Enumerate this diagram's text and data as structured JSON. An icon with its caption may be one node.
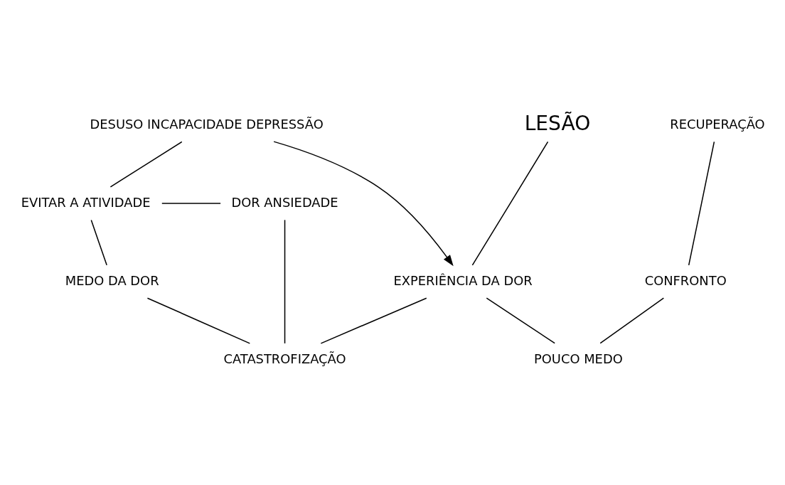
{
  "diagram": {
    "nodes": [
      {
        "text": [
          "DESUSO INCAPACIDADE DEPRESSÃO"
        ]
      },
      {
        "text": [
          "LESÃO"
        ]
      },
      {
        "text": [
          "RECUPERAÇÃO"
        ]
      },
      {
        "text": [
          "EVITAR A ATIVIDADE"
        ]
      },
      {
        "text": [
          "EXPERIÊNCIA DA DOR"
        ]
      },
      {
        "text": [
          "MEDO DA DOR"
        ]
      },
      {
        "text": [
          "DOR ANSIEDADE"
        ]
      },
      {
        "text": [
          "CONFRONTO"
        ]
      },
      {
        "text": [
          "CATASTROFIZAÇÃO"
        ]
      },
      {
        "text": [
          "POUCO MEDO"
        ]
      }
    ],
    "edges": [
      {
        "from": 0,
        "to": 4,
        "arrow": "to"
      },
      {
        "from": 0,
        "to": 3,
        "arrow": "none"
      },
      {
        "from": 3,
        "to": 5,
        "arrow": "none"
      },
      {
        "from": 5,
        "to": 8,
        "arrow": "none"
      },
      {
        "from": 3,
        "to": 6,
        "arrow": "none"
      },
      {
        "from": 6,
        "to": 8,
        "arrow": "none"
      },
      {
        "from": 1,
        "to": 4,
        "arrow": "none"
      },
      {
        "from": 4,
        "to": 8,
        "arrow": "none"
      },
      {
        "from": 4,
        "to": 9,
        "arrow": "none"
      },
      {
        "from": 2,
        "to": 7,
        "arrow": "none"
      },
      {
        "from": 7,
        "to": 9,
        "arrow": "none"
      }
    ]
  }
}
